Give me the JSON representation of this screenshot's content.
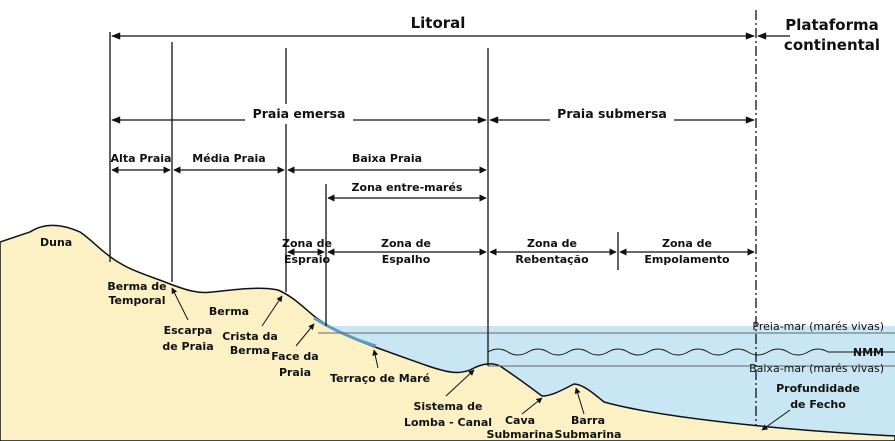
{
  "colors": {
    "land": "#fbf1c4",
    "land_stroke": "#111111",
    "water": "#c9e6f4",
    "water_dark": "#6fa8c8",
    "line": "#111111",
    "tide_line": "#555555"
  },
  "sections": {
    "litoral": "Litoral",
    "plataforma_line1": "Plataforma",
    "plataforma_line2": "continental",
    "praia_emersa": "Praia emersa",
    "praia_submersa": "Praia submersa",
    "alta_praia": "Alta Praia",
    "media_praia": "Média Praia",
    "baixa_praia": "Baixa Praia",
    "zona_entre_mares": "Zona entre-marés"
  },
  "zones": {
    "espraio_line1": "Zona de",
    "espraio_line2": "Espraio",
    "espalho_line1": "Zona de",
    "espalho_line2": "Espalho",
    "rebentacao_line1": "Zona de",
    "rebentacao_line2": "Rebentação",
    "empolamento_line1": "Zona de",
    "empolamento_line2": "Empolamento"
  },
  "tide": {
    "preia_mar": "Preia-mar (marés vivas)",
    "nmm": "NMM",
    "baixa_mar": "Baixa-mar (marés vivas)"
  },
  "features": {
    "duna": "Duna",
    "berma_temporal_line1": "Berma de",
    "berma_temporal_line2": "Temporal",
    "escarpa_line1": "Escarpa",
    "escarpa_line2": "de Praia",
    "berma": "Berma",
    "crista_line1": "Crista da",
    "crista_line2": "Berma",
    "face_line1": "Face da",
    "face_line2": "Praia",
    "terraco": "Terraço de Maré",
    "sistema_line1": "Sistema de",
    "sistema_line2": "Lomba - Canal",
    "cava_line1": "Cava",
    "cava_line2": "Submarina",
    "barra_line1": "Barra",
    "barra_line2": "Submarina",
    "profundidade_line1": "Profundidade",
    "profundidade_line2": "de Fecho"
  }
}
